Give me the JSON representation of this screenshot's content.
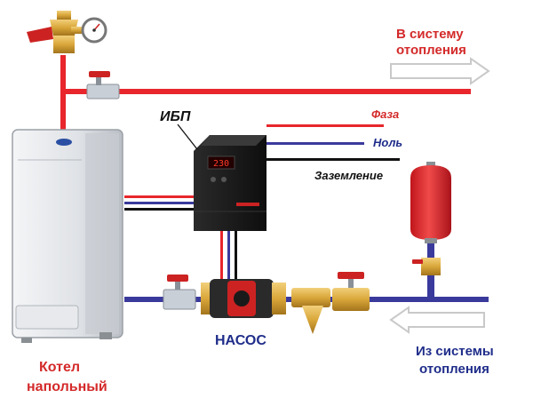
{
  "labels": {
    "supply_line1": "В систему",
    "supply_line2": "отопления",
    "return_line1": "Из системы",
    "return_line2": "отопления",
    "ups": "ИБП",
    "phase": "Фаза",
    "neutral": "Ноль",
    "ground": "Заземление",
    "pump": "НАСОС",
    "boiler_line1": "Котел",
    "boiler_line2": "напольный"
  },
  "colors": {
    "hot": "#e8262c",
    "cold": "#3a3a9c",
    "wire_black": "#111111",
    "brass": "#d9a73a",
    "valve_handle": "#cc2222"
  }
}
